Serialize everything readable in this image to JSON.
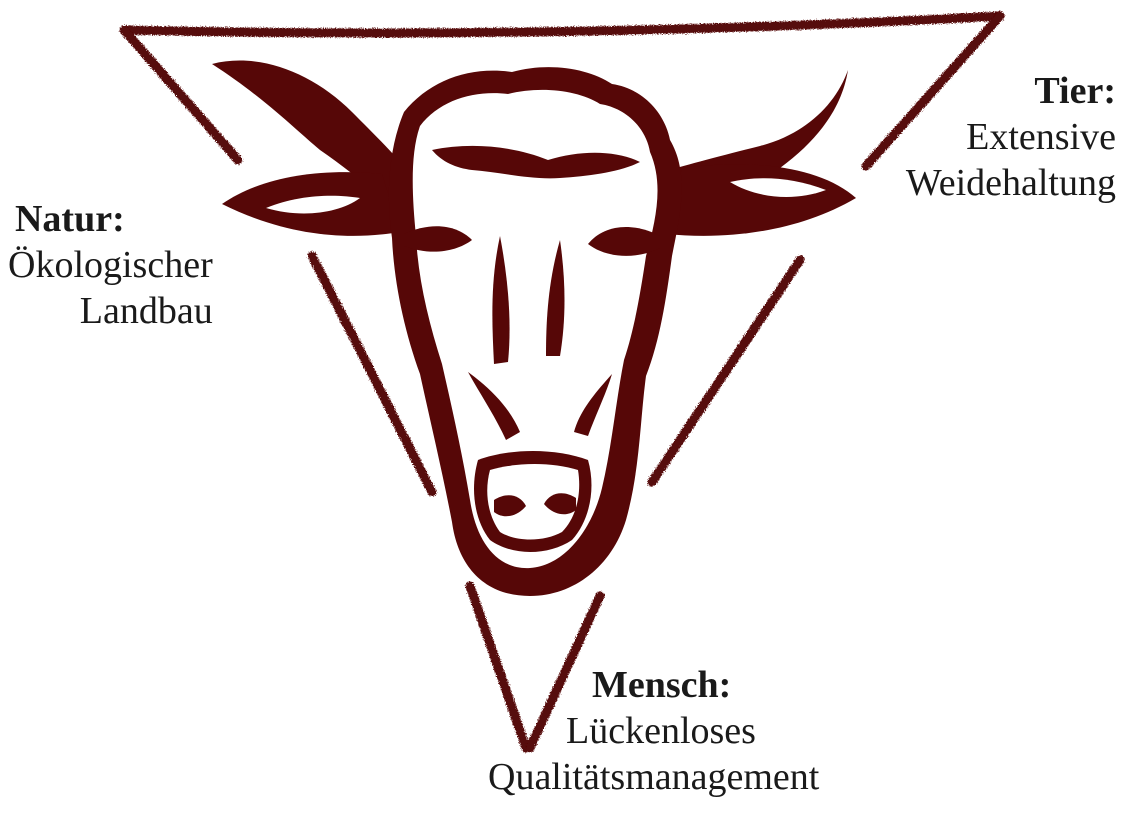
{
  "diagram": {
    "colors": {
      "ink": "#560707",
      "text": "#1a1a1a",
      "background": "#ffffff"
    },
    "emblem": {
      "shape": "inverted-triangle",
      "figure": "bull-head-icon"
    },
    "labels": {
      "tier": {
        "heading": "Tier:",
        "lines": [
          "Extensive",
          "Weidehaltung"
        ]
      },
      "natur": {
        "heading": "Natur:",
        "lines": [
          "Ökologischer",
          "Landbau"
        ]
      },
      "mensch": {
        "heading": "Mensch:",
        "lines": [
          "Lückenloses",
          "Qualitätsmanagement"
        ]
      }
    }
  }
}
